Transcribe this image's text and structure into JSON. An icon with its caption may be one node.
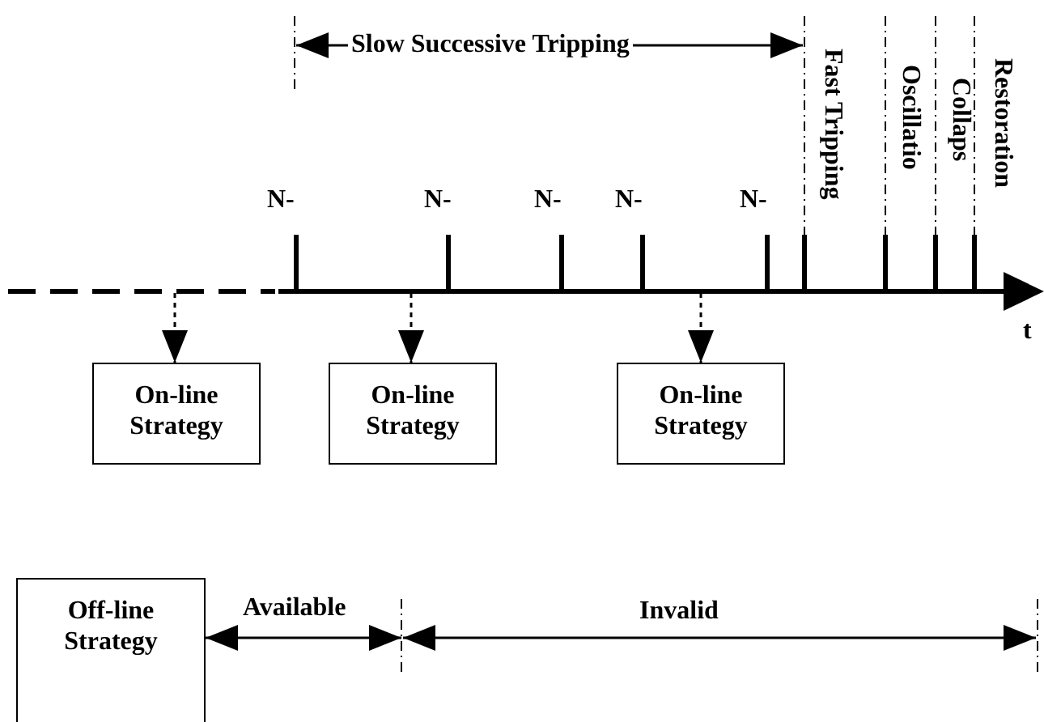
{
  "diagram": {
    "nodes": [
      {
        "text": [
          "On-line Strategy"
        ]
      },
      {
        "text": [
          "On-line Strategy"
        ]
      },
      {
        "text": [
          "On-line Strategy"
        ]
      },
      {
        "text": [
          "Off-line Strategy"
        ]
      }
    ],
    "edges": [
      {
        "from": null,
        "to": 0,
        "arrow": "to",
        "style": "dashed"
      },
      {
        "from": null,
        "to": 1,
        "arrow": "to",
        "style": "dashed"
      },
      {
        "from": null,
        "to": 2,
        "arrow": "to",
        "style": "dashed"
      },
      {
        "from": 3,
        "to": null,
        "arrow": "both",
        "label": "Available"
      }
    ],
    "labels": [
      "Slow Successive Tripping",
      "N-",
      "N-",
      "N-",
      "N-",
      "N-",
      "Fast Tripping",
      "Oscillatio",
      "Collaps",
      "Restoration",
      "t",
      "Invalid"
    ]
  }
}
